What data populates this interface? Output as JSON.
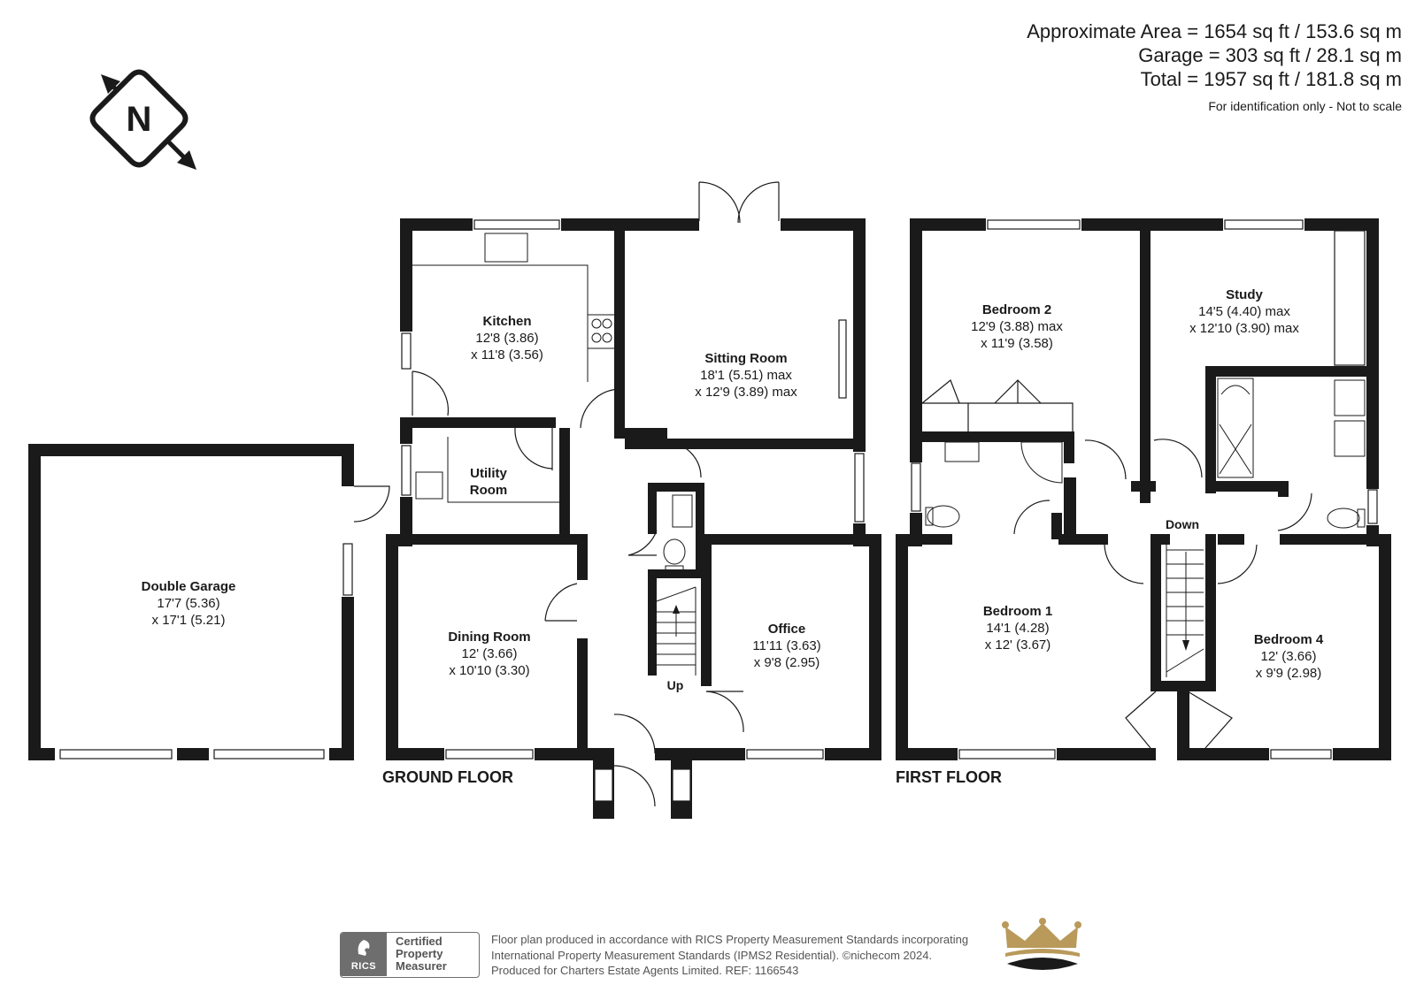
{
  "header": {
    "approx_area": "Approximate Area = 1654 sq ft / 153.6 sq m",
    "garage_area": "Garage = 303 sq ft / 28.1 sq m",
    "total_area": "Total = 1957 sq ft / 181.8 sq m",
    "disclaimer": "For identification only - Not to scale"
  },
  "compass": {
    "letter": "N"
  },
  "ground_floor": {
    "label": "GROUND FLOOR",
    "rooms": {
      "double_garage": {
        "name": "Double Garage",
        "dim1": "17'7 (5.36)",
        "dim2": "x 17'1 (5.21)"
      },
      "kitchen": {
        "name": "Kitchen",
        "dim1": "12'8 (3.86)",
        "dim2": "x 11'8 (3.56)"
      },
      "sitting_room": {
        "name": "Sitting Room",
        "dim1": "18'1 (5.51) max",
        "dim2": "x 12'9 (3.89) max"
      },
      "utility_room": {
        "name1": "Utility",
        "name2": "Room"
      },
      "dining_room": {
        "name": "Dining Room",
        "dim1": "12' (3.66)",
        "dim2": "x 10'10 (3.30)"
      },
      "office": {
        "name": "Office",
        "dim1": "11'11 (3.63)",
        "dim2": "x 9'8 (2.95)"
      }
    },
    "stairs_label": "Up"
  },
  "first_floor": {
    "label": "FIRST FLOOR",
    "rooms": {
      "bedroom_2": {
        "name": "Bedroom 2",
        "dim1": "12'9 (3.88) max",
        "dim2": "x 11'9 (3.58)"
      },
      "study": {
        "name": "Study",
        "dim1": "14'5 (4.40) max",
        "dim2": "x 12'10 (3.90) max"
      },
      "bedroom_1": {
        "name": "Bedroom 1",
        "dim1": "14'1 (4.28)",
        "dim2": "x 12' (3.67)"
      },
      "bedroom_4": {
        "name": "Bedroom 4",
        "dim1": "12' (3.66)",
        "dim2": "x 9'9 (2.98)"
      }
    },
    "stairs_label": "Down"
  },
  "footer": {
    "badge_brand": "RICS",
    "badge_line1": "Certified",
    "badge_line2": "Property",
    "badge_line3": "Measurer",
    "line1": "Floor plan produced in accordance with RICS Property Measurement Standards incorporating",
    "line2": "International Property Measurement Standards (IPMS2 Residential).  ©nichecom 2024.",
    "line3": "Produced for Charters Estate Agents Limited.   REF:  1166543"
  },
  "colors": {
    "wall": "#1a1a1a",
    "crown": "#b99a5b",
    "badge": "#6e6e6e"
  }
}
